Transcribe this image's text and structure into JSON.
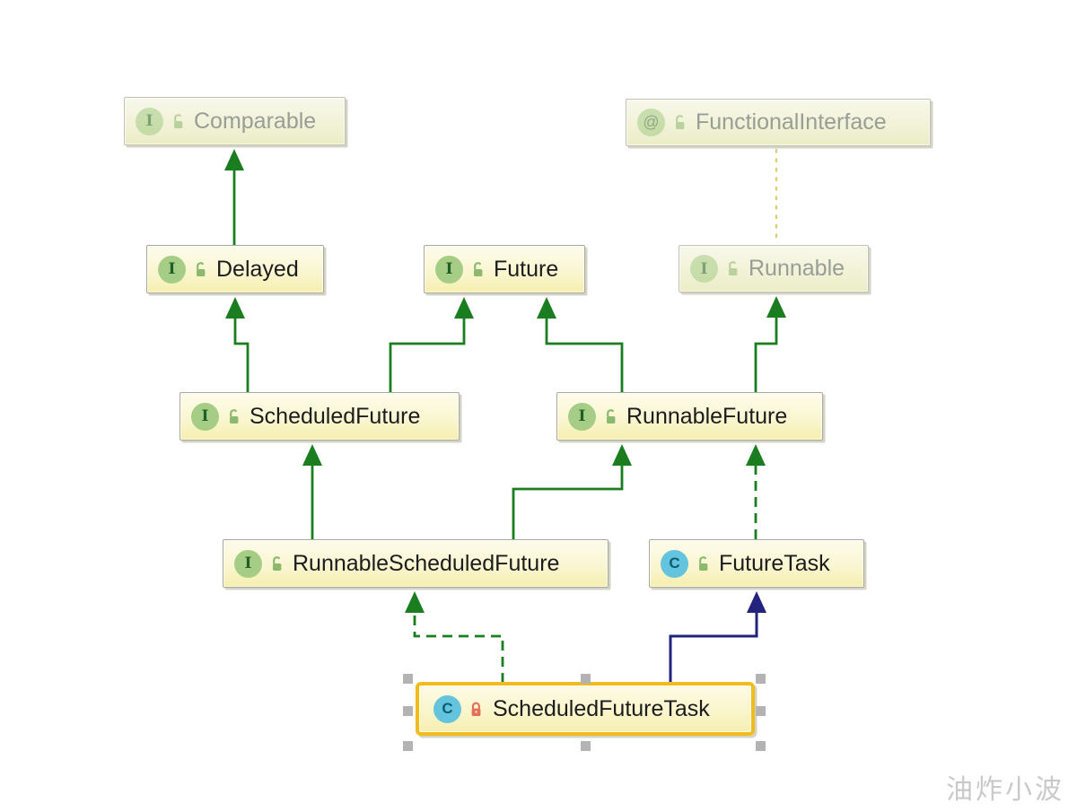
{
  "diagram": {
    "title": "Java class hierarchy diagram (IntelliJ-style UML)",
    "nodes": [
      {
        "id": "comparable",
        "label": "Comparable",
        "kind": "interface",
        "kind_icon": "interface-icon",
        "visibility_icon": "open-lock-icon",
        "state": "faded"
      },
      {
        "id": "functional-interface",
        "label": "FunctionalInterface",
        "kind": "annotation",
        "kind_icon": "annotation-icon",
        "visibility_icon": "open-lock-icon",
        "state": "faded"
      },
      {
        "id": "delayed",
        "label": "Delayed",
        "kind": "interface",
        "kind_icon": "interface-icon",
        "visibility_icon": "open-lock-icon",
        "state": "normal"
      },
      {
        "id": "future",
        "label": "Future",
        "kind": "interface",
        "kind_icon": "interface-icon",
        "visibility_icon": "open-lock-icon",
        "state": "normal"
      },
      {
        "id": "runnable",
        "label": "Runnable",
        "kind": "interface",
        "kind_icon": "interface-icon",
        "visibility_icon": "open-lock-icon",
        "state": "faded"
      },
      {
        "id": "scheduled-future",
        "label": "ScheduledFuture",
        "kind": "interface",
        "kind_icon": "interface-icon",
        "visibility_icon": "open-lock-icon",
        "state": "normal"
      },
      {
        "id": "runnable-future",
        "label": "RunnableFuture",
        "kind": "interface",
        "kind_icon": "interface-icon",
        "visibility_icon": "open-lock-icon",
        "state": "normal"
      },
      {
        "id": "runnable-scheduled-future",
        "label": "RunnableScheduledFuture",
        "kind": "interface",
        "kind_icon": "interface-icon",
        "visibility_icon": "open-lock-icon",
        "state": "normal"
      },
      {
        "id": "future-task",
        "label": "FutureTask",
        "kind": "class",
        "kind_icon": "class-icon",
        "visibility_icon": "open-lock-icon",
        "state": "normal"
      },
      {
        "id": "scheduled-future-task",
        "label": "ScheduledFutureTask",
        "kind": "class",
        "kind_icon": "class-icon",
        "visibility_icon": "closed-lock-icon",
        "state": "selected"
      }
    ],
    "kind_glyphs": {
      "interface": "I",
      "annotation": "@",
      "class": "C"
    },
    "edges": [
      {
        "from": "Delayed",
        "to": "Comparable",
        "style": "solid-green",
        "relation": "extends"
      },
      {
        "from": "ScheduledFuture",
        "to": "Delayed",
        "style": "solid-green",
        "relation": "extends"
      },
      {
        "from": "ScheduledFuture",
        "to": "Future",
        "style": "solid-green",
        "relation": "extends"
      },
      {
        "from": "RunnableFuture",
        "to": "Future",
        "style": "solid-green",
        "relation": "extends"
      },
      {
        "from": "RunnableFuture",
        "to": "Runnable",
        "style": "solid-green",
        "relation": "extends"
      },
      {
        "from": "RunnableScheduledFuture",
        "to": "ScheduledFuture",
        "style": "solid-green",
        "relation": "extends"
      },
      {
        "from": "RunnableScheduledFuture",
        "to": "RunnableFuture",
        "style": "solid-green",
        "relation": "extends"
      },
      {
        "from": "FutureTask",
        "to": "RunnableFuture",
        "style": "dashed-green",
        "relation": "implements"
      },
      {
        "from": "ScheduledFutureTask",
        "to": "RunnableScheduledFuture",
        "style": "dashed-green",
        "relation": "implements"
      },
      {
        "from": "ScheduledFutureTask",
        "to": "FutureTask",
        "style": "solid-navy",
        "relation": "extends"
      },
      {
        "from": "FunctionalInterface",
        "to": "Runnable",
        "style": "dotted-yellow",
        "relation": "annotation-link"
      }
    ],
    "colors": {
      "extends_arrow": "#1a7d1f",
      "class_extends_arrow": "#23237d",
      "annotation_link": "#d8d06e",
      "selection_border": "#f2bb1d",
      "selection_handle": "#b3b3b3",
      "node_border": "#a9a99f",
      "node_bg_top": "#fdfceb",
      "node_bg_bottom": "#f5efae",
      "interface_icon_bg": "#a5cd86",
      "class_icon_bg": "#64c3dd",
      "open_lock": "#8cb96d",
      "closed_lock": "#e4705a"
    }
  },
  "watermark": {
    "text": "油炸小波"
  }
}
